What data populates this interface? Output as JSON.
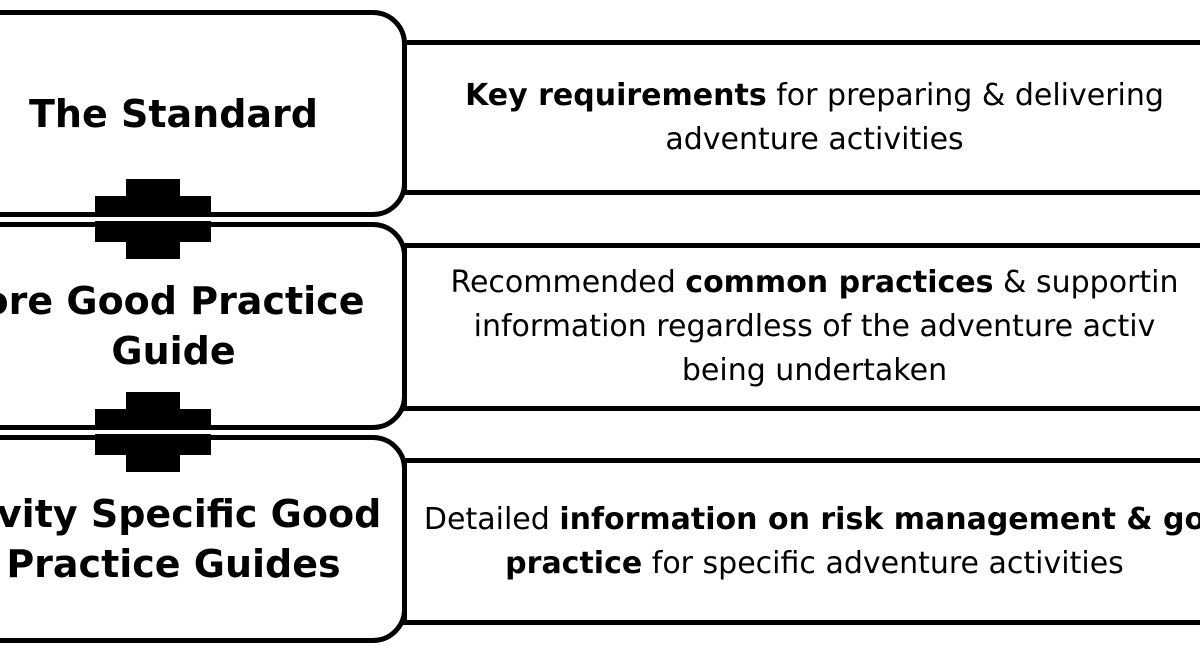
{
  "tiers": [
    {
      "title_lines": [
        "The Standard"
      ],
      "desc_lines": [
        [
          {
            "t": "Key requirements",
            "b": true
          },
          {
            "t": " for preparing & delivering",
            "b": false
          }
        ],
        [
          {
            "t": "adventure activities",
            "b": false
          }
        ]
      ]
    },
    {
      "title_lines": [
        "ore Good Practice",
        "Guide"
      ],
      "desc_lines": [
        [
          {
            "t": "Recommended ",
            "b": false
          },
          {
            "t": "common practices",
            "b": true
          },
          {
            "t": " & supportin",
            "b": false
          }
        ],
        [
          {
            "t": "information regardless of the adventure activ",
            "b": false
          }
        ],
        [
          {
            "t": "being undertaken",
            "b": false
          }
        ]
      ]
    },
    {
      "title_lines": [
        "tivity Specific Good",
        "Practice Guides"
      ],
      "desc_lines": [
        [
          {
            "t": "Detailed ",
            "b": false
          },
          {
            "t": "information on risk management & go",
            "b": true
          }
        ],
        [
          {
            "t": "practice",
            "b": true
          },
          {
            "t": " for specific adventure activities",
            "b": false
          }
        ]
      ]
    }
  ],
  "connector_icon": "plus-icon"
}
